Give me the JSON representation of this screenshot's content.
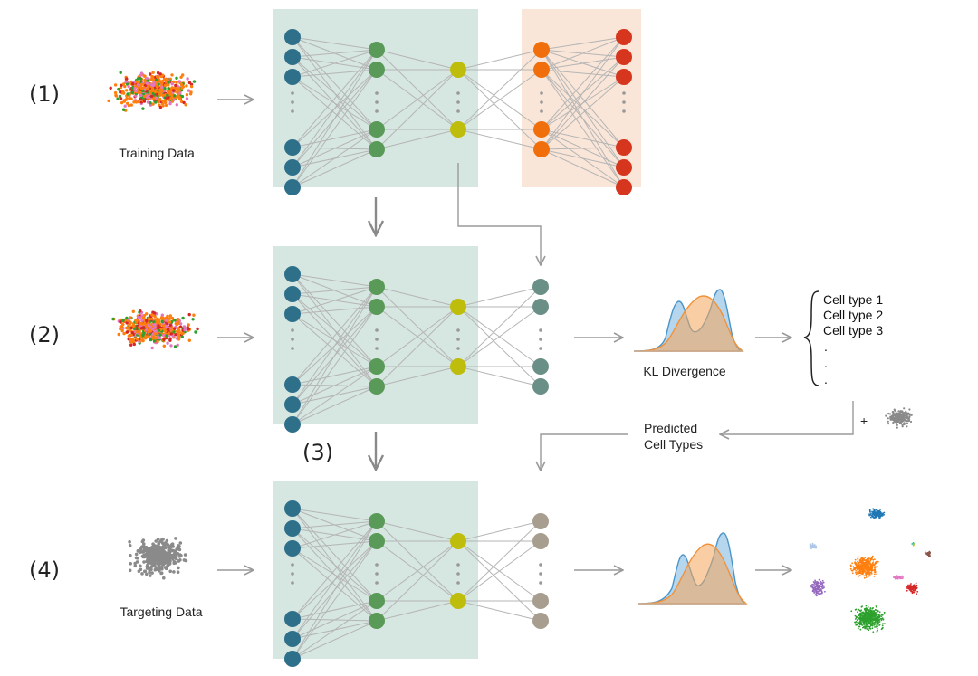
{
  "steps": {
    "step1": "(1)",
    "step2": "(2)",
    "step3": "(3)",
    "step4": "(4)"
  },
  "labels": {
    "training_data": "Training Data",
    "targeting_data": "Targeting Data",
    "kl_divergence": "KL Divergence",
    "predicted_line1": "Predicted",
    "predicted_line2": "Cell Types",
    "plus": "+"
  },
  "cell_types": [
    "Cell type 1",
    "Cell type 2",
    "Cell type 3",
    ".",
    ".",
    "."
  ],
  "colors": {
    "encoder_panel": "#d6e6e1",
    "decoder_panel": "#fae6d8",
    "input_node": "#2e6f8a",
    "hidden_node": "#5a9a58",
    "latent_node": "#bfbd0c",
    "decoder_hidden_node": "#f06f0c",
    "output_node": "#d7361e",
    "classifier_node_row2": "#6a8f86",
    "classifier_node_row3": "#a89e8f",
    "edge": "#b5b5b5",
    "arrow": "#9a9a9a",
    "dist_blue": "#5aa5d8",
    "dist_orange": "#f5a55a"
  }
}
